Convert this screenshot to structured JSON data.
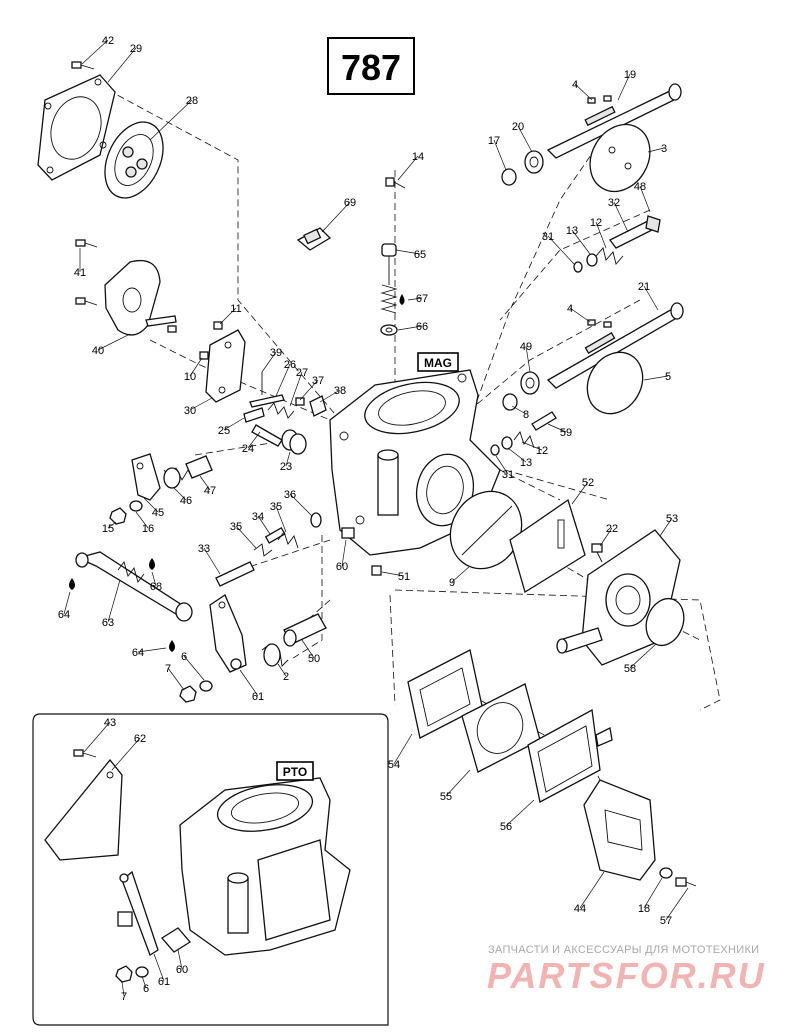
{
  "diagram": {
    "reference_number": "787",
    "tags": {
      "mag": "MAG",
      "pto": "PTO"
    },
    "callouts": [
      {
        "id": "c42",
        "text": "42"
      },
      {
        "id": "c29",
        "text": "29"
      },
      {
        "id": "c28",
        "text": "28"
      },
      {
        "id": "c14",
        "text": "14"
      },
      {
        "id": "c69",
        "text": "69"
      },
      {
        "id": "c65",
        "text": "65"
      },
      {
        "id": "c67",
        "text": "67"
      },
      {
        "id": "c66",
        "text": "66"
      },
      {
        "id": "c19",
        "text": "19"
      },
      {
        "id": "c4a",
        "text": "4"
      },
      {
        "id": "c20",
        "text": "20"
      },
      {
        "id": "c17",
        "text": "17"
      },
      {
        "id": "c3",
        "text": "3"
      },
      {
        "id": "c48",
        "text": "48"
      },
      {
        "id": "c32",
        "text": "32"
      },
      {
        "id": "c13a",
        "text": "13"
      },
      {
        "id": "c12a",
        "text": "12"
      },
      {
        "id": "c31a",
        "text": "31"
      },
      {
        "id": "c21",
        "text": "21"
      },
      {
        "id": "c4b",
        "text": "4"
      },
      {
        "id": "c5",
        "text": "5"
      },
      {
        "id": "c41",
        "text": "41"
      },
      {
        "id": "c40",
        "text": "40"
      },
      {
        "id": "c11",
        "text": "11"
      },
      {
        "id": "c10",
        "text": "10"
      },
      {
        "id": "c30",
        "text": "30"
      },
      {
        "id": "c39",
        "text": "39"
      },
      {
        "id": "c26",
        "text": "26"
      },
      {
        "id": "c27",
        "text": "27"
      },
      {
        "id": "c37",
        "text": "37"
      },
      {
        "id": "c38",
        "text": "38"
      },
      {
        "id": "c25",
        "text": "25"
      },
      {
        "id": "c24",
        "text": "24"
      },
      {
        "id": "c23",
        "text": "23"
      },
      {
        "id": "c49",
        "text": "49"
      },
      {
        "id": "c8",
        "text": "8"
      },
      {
        "id": "c59",
        "text": "59"
      },
      {
        "id": "c13b",
        "text": "13"
      },
      {
        "id": "c12b",
        "text": "12"
      },
      {
        "id": "c31b",
        "text": "31"
      },
      {
        "id": "c46",
        "text": "46"
      },
      {
        "id": "c47",
        "text": "47"
      },
      {
        "id": "c45",
        "text": "45"
      },
      {
        "id": "c15",
        "text": "15"
      },
      {
        "id": "c16",
        "text": "16"
      },
      {
        "id": "c36",
        "text": "36"
      },
      {
        "id": "c35a",
        "text": "35"
      },
      {
        "id": "c34",
        "text": "34"
      },
      {
        "id": "c35b",
        "text": "35"
      },
      {
        "id": "c33",
        "text": "33"
      },
      {
        "id": "c52",
        "text": "52"
      },
      {
        "id": "c22",
        "text": "22"
      },
      {
        "id": "c53",
        "text": "53"
      },
      {
        "id": "c60a",
        "text": "60"
      },
      {
        "id": "c51",
        "text": "51"
      },
      {
        "id": "c9",
        "text": "9"
      },
      {
        "id": "c68",
        "text": "68"
      },
      {
        "id": "c64a",
        "text": "64"
      },
      {
        "id": "c63",
        "text": "63"
      },
      {
        "id": "c64b",
        "text": "64"
      },
      {
        "id": "c6a",
        "text": "6"
      },
      {
        "id": "c7a",
        "text": "7"
      },
      {
        "id": "c61a",
        "text": "61"
      },
      {
        "id": "c2",
        "text": "2"
      },
      {
        "id": "c50",
        "text": "50"
      },
      {
        "id": "c58",
        "text": "58"
      },
      {
        "id": "c43",
        "text": "43"
      },
      {
        "id": "c62",
        "text": "62"
      },
      {
        "id": "c54",
        "text": "54"
      },
      {
        "id": "c55",
        "text": "55"
      },
      {
        "id": "c56",
        "text": "56"
      },
      {
        "id": "c44",
        "text": "44"
      },
      {
        "id": "c18",
        "text": "18"
      },
      {
        "id": "c57",
        "text": "57"
      },
      {
        "id": "c61b",
        "text": "61"
      },
      {
        "id": "c60b",
        "text": "60"
      },
      {
        "id": "c7b",
        "text": "7"
      },
      {
        "id": "c6b",
        "text": "6"
      }
    ]
  },
  "watermark": {
    "tagline": "ЗАПЧАСТИ И АКСЕССУАРЫ ДЛЯ МОТОТЕХНИКИ",
    "brand": "PARTSFOR.RU"
  }
}
